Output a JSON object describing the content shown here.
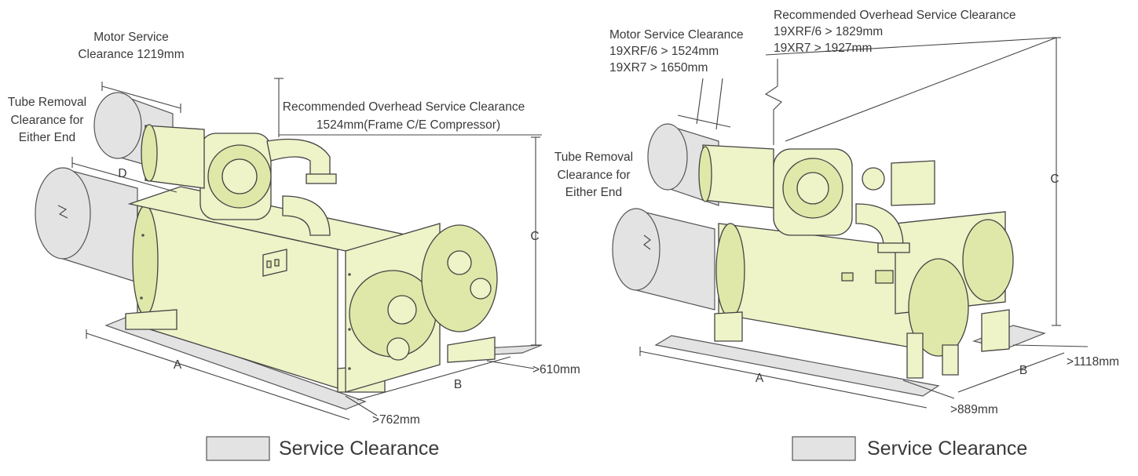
{
  "left_diagram": {
    "motor_clearance": [
      "Motor Service",
      "Clearance 1219mm"
    ],
    "tube_removal": [
      "Tube Removal",
      "Clearance for",
      "Either End"
    ],
    "overhead_title": "Recommended Overhead Service Clearance",
    "overhead_value": "1524mm(Frame C/E Compressor)",
    "dim_a": "A",
    "dim_b": "B",
    "dim_c": "C",
    "dim_d": "D",
    "front_clearance": ">610mm",
    "side_clearance": ">762mm"
  },
  "right_diagram": {
    "overhead_title": "Recommended Overhead Service Clearance",
    "overhead_lines": [
      "19XRF/6 > 1829mm",
      "19XR7 > 1927mm"
    ],
    "motor_clearance": [
      "Motor Service Clearance",
      "19XRF/6 > 1524mm",
      "19XR7 > 1650mm"
    ],
    "tube_removal": [
      "Tube Removal",
      "Clearance for",
      "Either End"
    ],
    "dim_a": "A",
    "dim_b": "B",
    "dim_c": "C",
    "front_clearance": ">1118mm",
    "side_clearance": ">889mm"
  },
  "legend": {
    "left_label": "Service Clearance",
    "right_label": "Service Clearance",
    "swatch_color": "#e3e3e3"
  },
  "colors": {
    "equipment_fill": "#eef3c8",
    "clearance_fill": "#e3e3e3",
    "line": "#444444"
  }
}
